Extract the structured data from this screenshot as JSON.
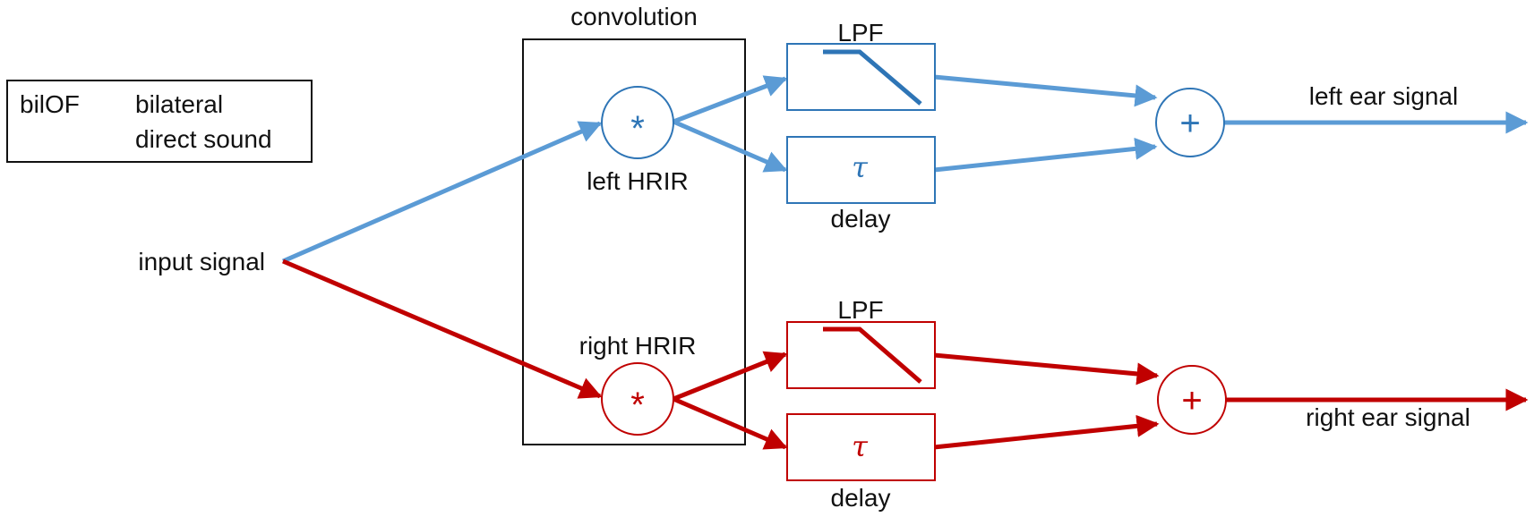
{
  "legend": {
    "abbreviation": "bilOF",
    "description_line1": "bilateral",
    "description_line2": "direct sound"
  },
  "labels": {
    "input": "input signal",
    "convolution": "convolution",
    "left_hrir": "left HRIR",
    "right_hrir": "right HRIR",
    "lpf_top": "LPF",
    "lpf_bottom": "LPF",
    "delay_top": "delay",
    "delay_bottom": "delay",
    "left_out": "left ear signal",
    "right_out": "right ear signal"
  },
  "symbols": {
    "convolve": "*",
    "sum": "+",
    "delay": "τ"
  },
  "colors": {
    "left_channel": "#5b9bd5",
    "left_symbol": "#2e75b6",
    "right_channel": "#c00000",
    "box_outline": "#111111"
  }
}
